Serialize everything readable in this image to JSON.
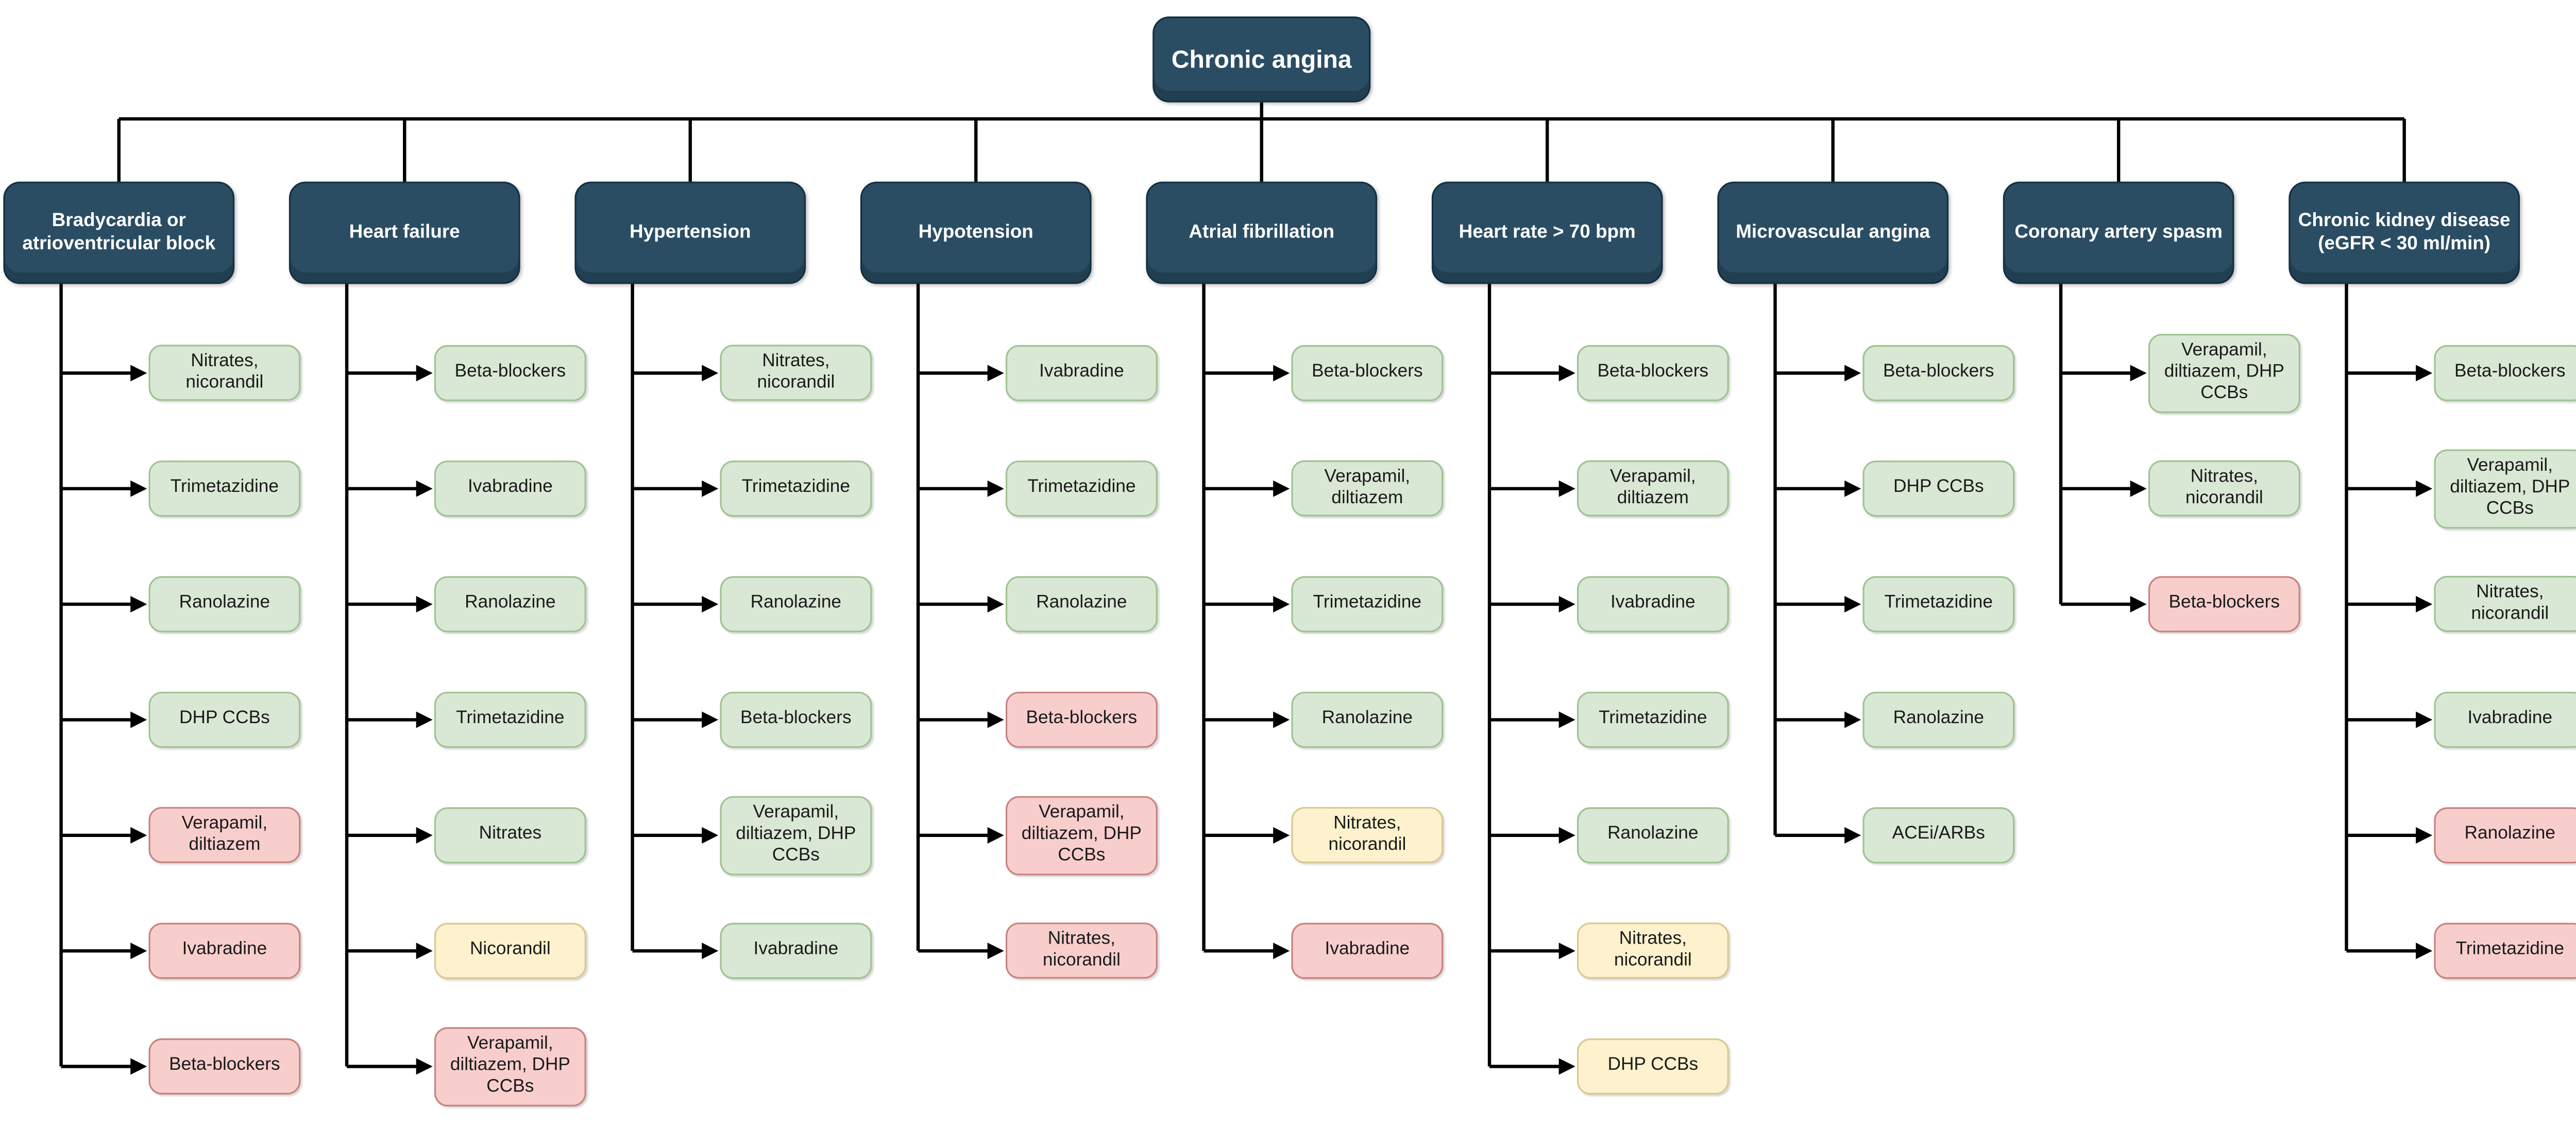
{
  "diagram": {
    "title": "Chronic angina",
    "palette": {
      "root": {
        "fill": "#2a4d63",
        "border": "#142f42",
        "text": "#ffffff"
      },
      "green": {
        "fill": "#d9e8d4",
        "border": "#9fc292"
      },
      "yellow": {
        "fill": "#fdf2cd",
        "border": "#dbc88f"
      },
      "red": {
        "fill": "#f8cecc",
        "border": "#c9827e"
      },
      "connector": "#000000"
    },
    "columns": [
      {
        "header": "Bradycardia or atrioventricular block",
        "items": [
          {
            "label": "Nitrates, nicorandil",
            "status": "green"
          },
          {
            "label": "Trimetazidine",
            "status": "green"
          },
          {
            "label": "Ranolazine",
            "status": "green"
          },
          {
            "label": "DHP CCBs",
            "status": "green"
          },
          {
            "label": "Verapamil, diltiazem",
            "status": "red"
          },
          {
            "label": "Ivabradine",
            "status": "red"
          },
          {
            "label": "Beta-blockers",
            "status": "red"
          }
        ]
      },
      {
        "header": "Heart failure",
        "items": [
          {
            "label": "Beta-blockers",
            "status": "green"
          },
          {
            "label": "Ivabradine",
            "status": "green"
          },
          {
            "label": "Ranolazine",
            "status": "green"
          },
          {
            "label": "Trimetazidine",
            "status": "green"
          },
          {
            "label": "Nitrates",
            "status": "green"
          },
          {
            "label": "Nicorandil",
            "status": "yellow"
          },
          {
            "label": "Verapamil, diltiazem, DHP CCBs",
            "status": "red"
          }
        ]
      },
      {
        "header": "Hypertension",
        "items": [
          {
            "label": "Nitrates, nicorandil",
            "status": "green"
          },
          {
            "label": "Trimetazidine",
            "status": "green"
          },
          {
            "label": "Ranolazine",
            "status": "green"
          },
          {
            "label": "Beta-blockers",
            "status": "green"
          },
          {
            "label": "Verapamil, diltiazem, DHP CCBs",
            "status": "green"
          },
          {
            "label": "Ivabradine",
            "status": "green"
          }
        ]
      },
      {
        "header": "Hypotension",
        "items": [
          {
            "label": "Ivabradine",
            "status": "green"
          },
          {
            "label": "Trimetazidine",
            "status": "green"
          },
          {
            "label": "Ranolazine",
            "status": "green"
          },
          {
            "label": "Beta-blockers",
            "status": "red"
          },
          {
            "label": "Verapamil, diltiazem, DHP CCBs",
            "status": "red"
          },
          {
            "label": "Nitrates, nicorandil",
            "status": "red"
          }
        ]
      },
      {
        "header": "Atrial fibrillation",
        "items": [
          {
            "label": "Beta-blockers",
            "status": "green"
          },
          {
            "label": "Verapamil, diltiazem",
            "status": "green"
          },
          {
            "label": "Trimetazidine",
            "status": "green"
          },
          {
            "label": "Ranolazine",
            "status": "green"
          },
          {
            "label": "Nitrates, nicorandil",
            "status": "yellow"
          },
          {
            "label": "Ivabradine",
            "status": "red"
          }
        ]
      },
      {
        "header": "Heart rate > 70 bpm",
        "items": [
          {
            "label": "Beta-blockers",
            "status": "green"
          },
          {
            "label": "Verapamil, diltiazem",
            "status": "green"
          },
          {
            "label": "Ivabradine",
            "status": "green"
          },
          {
            "label": "Trimetazidine",
            "status": "green"
          },
          {
            "label": "Ranolazine",
            "status": "green"
          },
          {
            "label": "Nitrates, nicorandil",
            "status": "yellow"
          },
          {
            "label": "DHP CCBs",
            "status": "yellow"
          }
        ]
      },
      {
        "header": "Microvascular angina",
        "items": [
          {
            "label": "Beta-blockers",
            "status": "green"
          },
          {
            "label": "DHP CCBs",
            "status": "green"
          },
          {
            "label": "Trimetazidine",
            "status": "green"
          },
          {
            "label": "Ranolazine",
            "status": "green"
          },
          {
            "label": "ACEi/ARBs",
            "status": "green"
          }
        ]
      },
      {
        "header": "Coronary artery spasm",
        "items": [
          {
            "label": "Verapamil, diltiazem, DHP CCBs",
            "status": "green"
          },
          {
            "label": "Nitrates, nicorandil",
            "status": "green"
          },
          {
            "label": "Beta-blockers",
            "status": "red"
          }
        ]
      },
      {
        "header": "Chronic kidney disease (eGFR < 30 ml/min)",
        "items": [
          {
            "label": "Beta-blockers",
            "status": "green"
          },
          {
            "label": "Verapamil, diltiazem, DHP CCBs",
            "status": "green"
          },
          {
            "label": "Nitrates, nicorandil",
            "status": "green"
          },
          {
            "label": "Ivabradine",
            "status": "green"
          },
          {
            "label": "Ranolazine",
            "status": "red"
          },
          {
            "label": "Trimetazidine",
            "status": "red"
          }
        ]
      }
    ]
  }
}
